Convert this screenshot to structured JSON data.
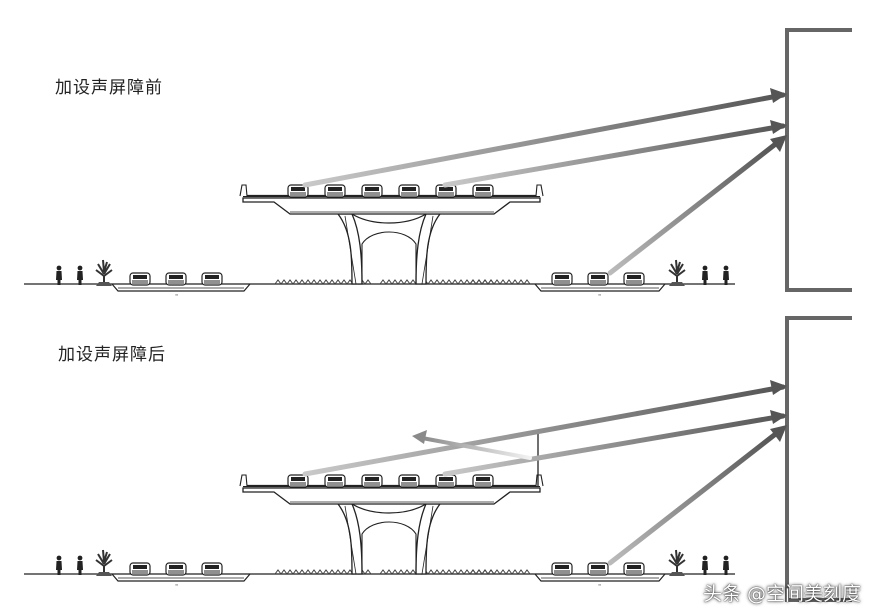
{
  "panels": [
    {
      "label": "加设声屏障前"
    },
    {
      "label": "加设声屏障后"
    }
  ],
  "watermark": "头条 @空间美刻度",
  "colors": {
    "line": "#222222",
    "arrow": "#555555",
    "arrow_light": "#b8b8b8",
    "building": "#666666"
  }
}
